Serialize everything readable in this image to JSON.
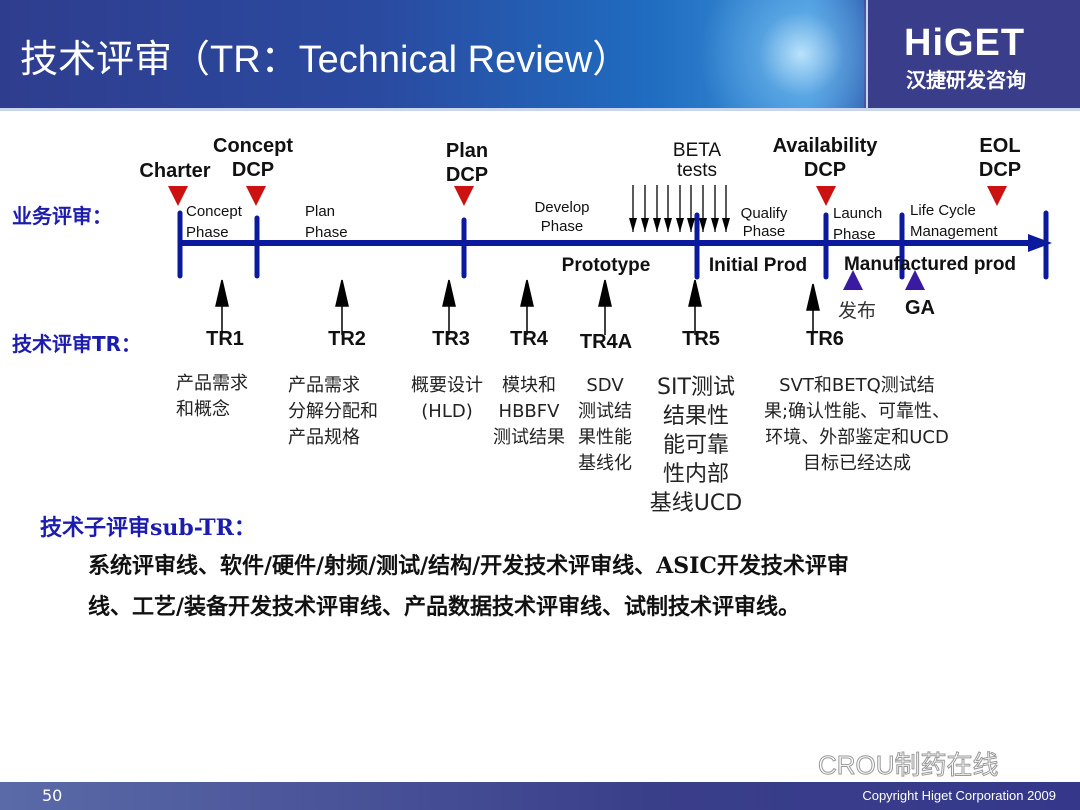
{
  "header": {
    "title": "技术评审（TR：Technical Review）",
    "logo": "HiGET",
    "logo_sub": "汉捷研发咨询"
  },
  "rows": {
    "business": "业务评审：",
    "technical": "技术评审TR："
  },
  "milestones": [
    {
      "id": "charter",
      "lines": [
        "Charter"
      ]
    },
    {
      "id": "concept",
      "lines": [
        "Concept",
        "DCP"
      ]
    },
    {
      "id": "plan",
      "lines": [
        "Plan",
        "DCP"
      ]
    },
    {
      "id": "beta",
      "lines": [
        "BETA",
        "tests"
      ]
    },
    {
      "id": "availability",
      "lines": [
        "Availability",
        "DCP"
      ]
    },
    {
      "id": "eol",
      "lines": [
        "EOL",
        "DCP"
      ]
    }
  ],
  "phases": [
    {
      "lines": [
        "Concept",
        "Phase"
      ]
    },
    {
      "lines": [
        "Plan",
        "Phase"
      ]
    },
    {
      "lines": [
        "Develop",
        "Phase"
      ]
    },
    {
      "lines": [
        "Qualify",
        "Phase"
      ]
    },
    {
      "lines": [
        "Launch",
        "Phase"
      ]
    },
    {
      "lines": [
        "Life Cycle",
        "Management"
      ]
    }
  ],
  "stages": [
    "Prototype",
    "Initial Prod",
    "Manufactured prod"
  ],
  "release_markers": [
    "发布",
    "GA"
  ],
  "reviews": [
    {
      "label": "TR1",
      "desc": [
        "产品需求",
        "和概念"
      ]
    },
    {
      "label": "TR2",
      "desc": [
        "产品需求",
        "分解分配和",
        "产品规格"
      ]
    },
    {
      "label": "TR3",
      "desc": [
        "概要设计",
        "(HLD)"
      ]
    },
    {
      "label": "TR4",
      "desc": [
        "模块和",
        "HBBFV",
        "测试结果"
      ]
    },
    {
      "label": "TR4A",
      "desc": [
        "SDV",
        "测试结",
        "果性能",
        "基线化"
      ]
    },
    {
      "label": "TR5",
      "desc": [
        "SIT测试",
        "结果性",
        "能可靠",
        "性内部",
        "基线UCD"
      ]
    },
    {
      "label": "TR6",
      "desc": [
        "SVT和BETQ测试结",
        "果;确认性能、可靠性、",
        "环境、外部鉴定和UCD",
        "目标已经达成"
      ]
    }
  ],
  "sub_tr": {
    "title": "技术子评审sub-TR：",
    "lines": [
      "系统评审线、软件/硬件/射频/测试/结构/开发技术评审线、ASIC开发技术评审",
      "线、工艺/装备开发技术评审线、产品数据技术评审线、试制技术评审线。"
    ]
  },
  "footer": {
    "page": "50",
    "copyright": "Copyright  Higet  Corporation  2009"
  },
  "watermark": "CROU制药在线",
  "colors": {
    "timeline": "#0b1a9c",
    "dcp": "#cc1111",
    "release": "#3a1aa0",
    "accent_text": "#1c1cae"
  }
}
